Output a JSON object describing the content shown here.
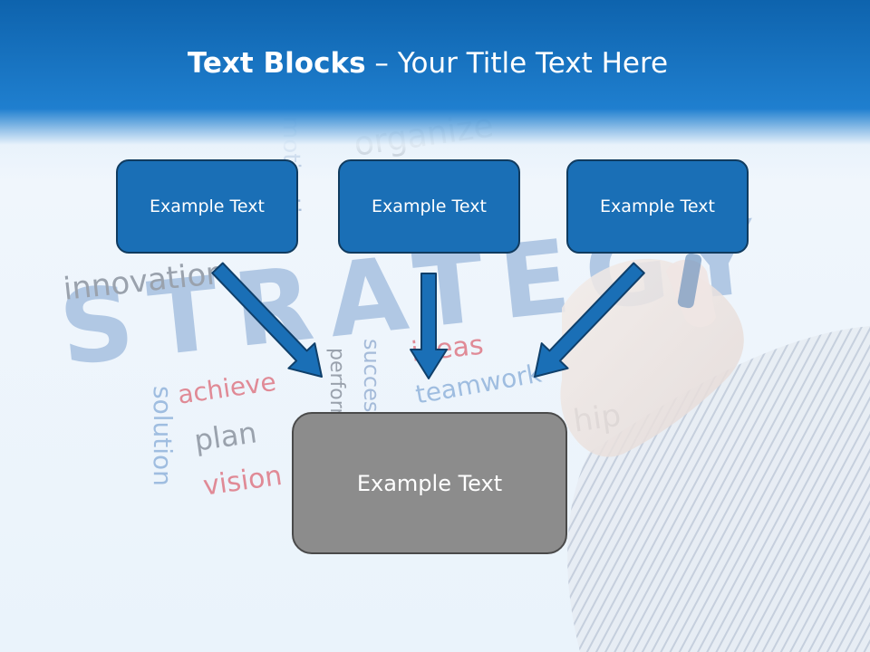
{
  "title": {
    "bold": "Text Blocks",
    "dash": " – ",
    "rest": "Your Title Text Here"
  },
  "boxes": {
    "left": "Example Text",
    "center": "Example Text",
    "right": "Example Text",
    "bottom": "Example Text"
  },
  "background_words": {
    "strategy": "STRATEGY",
    "innovation": "innovation",
    "organize": "organize",
    "motivation": "motivation",
    "achieve": "achieve",
    "plan": "plan",
    "vision": "vision",
    "solution": "solution",
    "ideas": "ideas",
    "teamwork": "teamwork",
    "success": "success",
    "performance": "performance",
    "leadership": "hip"
  },
  "colors": {
    "header": "#1a74c2",
    "box_fill": "#1a6fb6",
    "box_border": "#103b5f",
    "bottom_box_fill": "#8c8c8c",
    "arrow": "#1a6fb6"
  }
}
